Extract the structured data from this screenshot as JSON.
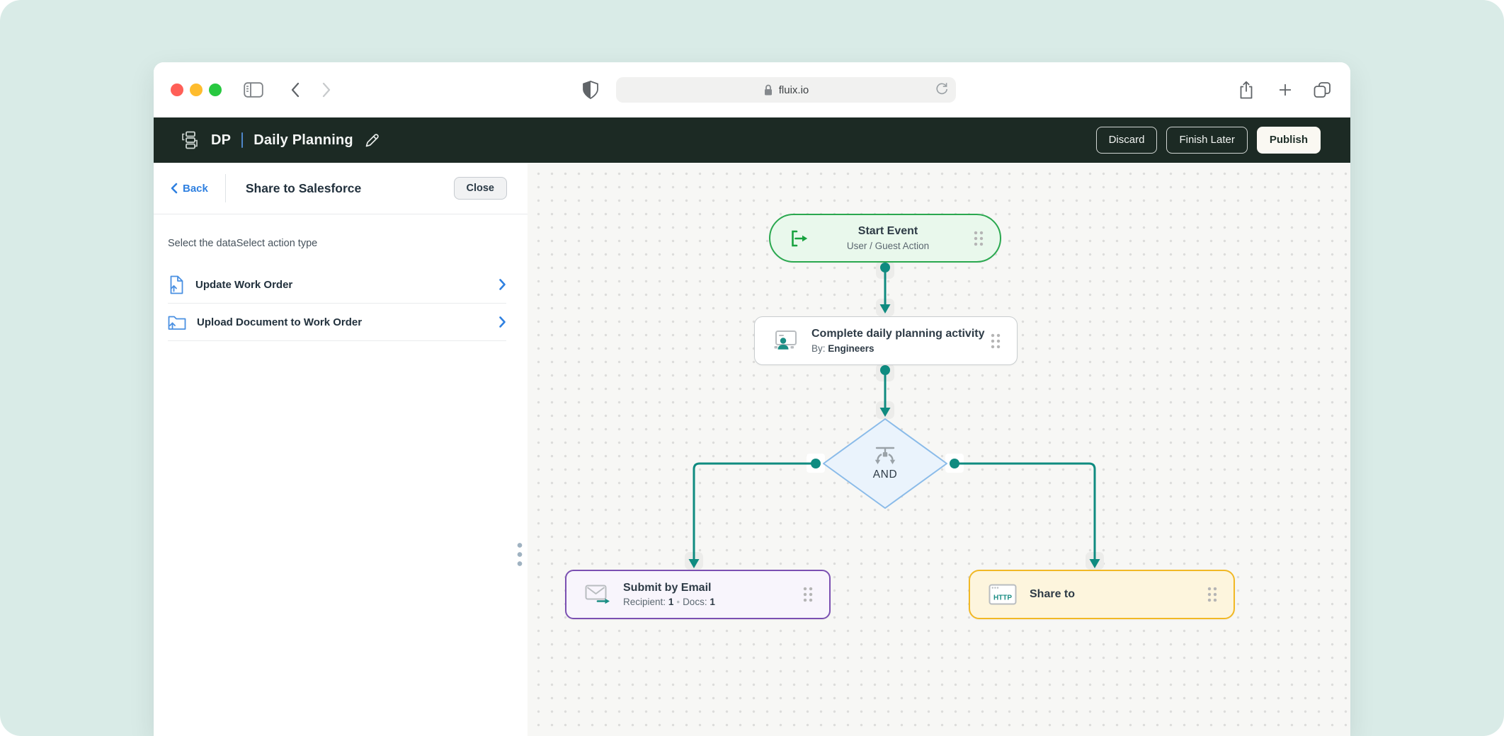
{
  "browser": {
    "url_host": "fluix.io"
  },
  "appbar": {
    "workspace_initials": "DP",
    "workflow_title": "Daily Planning",
    "discard_label": "Discard",
    "finish_later_label": "Finish Later",
    "publish_label": "Publish"
  },
  "panel": {
    "back_label": "Back",
    "title": "Share to Salesforce",
    "close_label": "Close",
    "description": "Select the dataSelect action type",
    "items": [
      {
        "label": "Update Work Order",
        "icon": "document-upload-icon"
      },
      {
        "label": "Upload Document to Work Order",
        "icon": "folder-upload-icon"
      }
    ]
  },
  "flow": {
    "start": {
      "title": "Start Event",
      "subtitle": "User / Guest Action"
    },
    "activity": {
      "title": "Complete daily planning activity",
      "by_label": "By:",
      "by_value": "Engineers"
    },
    "gateway": {
      "label": "AND"
    },
    "email": {
      "title": "Submit by Email",
      "recipient_label": "Recipient:",
      "recipient_value": "1",
      "separator": "•",
      "docs_label": "Docs:",
      "docs_value": "1"
    },
    "share": {
      "title": "Share to",
      "icon_label": "HTTP"
    }
  },
  "colors": {
    "mint": "#d9ebe7",
    "appbar_bg": "#1c2a24",
    "teal": "#0f8b80",
    "green": "#2aa84f",
    "green_bg": "#e9f8ec",
    "blue_border": "#8abbe9",
    "blue_bg": "#eaf3fc",
    "purple": "#7b50b2",
    "purple_bg": "#f8f5fc",
    "yellow": "#f1b825",
    "yellow_bg": "#fdf5dd",
    "link": "#2f80e0",
    "tl_red": "#ff5f57",
    "tl_yellow": "#febc2e",
    "tl_green": "#28c840"
  }
}
